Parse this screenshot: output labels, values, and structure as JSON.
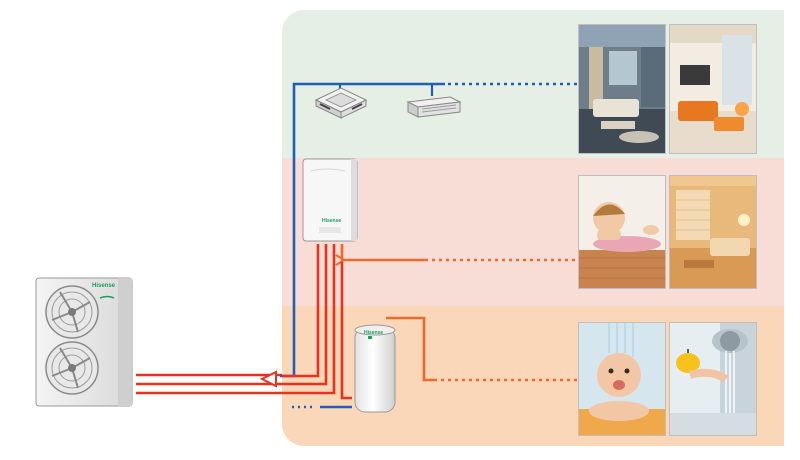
{
  "brand": {
    "name": "Hisense"
  },
  "colors": {
    "cooling_zone": "#e6efe6",
    "heating_zone": "#f8ddd6",
    "hot_water_zone": "#f9d7b8",
    "cold_pipe": "#1f5fb4",
    "hot_pipe": "#e8321f",
    "warm_pipe": "#ee6a2a"
  },
  "zones": [
    {
      "key": "cooling",
      "units": [
        "cassette-indoor-unit",
        "ducted-indoor-unit"
      ],
      "photos": [
        "living-room-photo",
        "lounge-photo"
      ]
    },
    {
      "key": "heating",
      "units": [
        "hydro-module"
      ],
      "photos": [
        "girl-on-floor-photo",
        "warm-room-photo"
      ]
    },
    {
      "key": "hot_water",
      "units": [
        "hot-water-tank"
      ],
      "photos": [
        "baby-bath-photo",
        "tap-water-photo"
      ]
    }
  ],
  "icons": [
    "outdoor-unit-icon",
    "cassette-unit-icon",
    "duct-unit-icon",
    "hydro-module-icon",
    "water-tank-icon",
    "flow-arrow-icon"
  ]
}
